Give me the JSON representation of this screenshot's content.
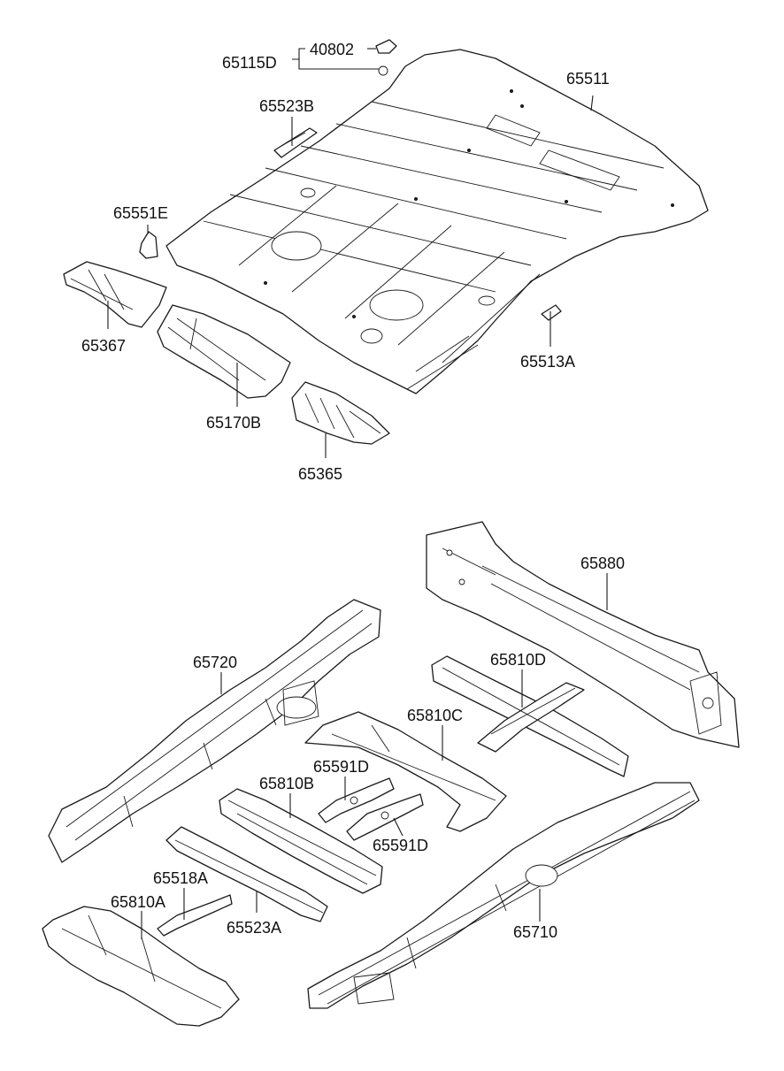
{
  "part_numbers": {
    "p65115D": "65115D",
    "p40802": "40802",
    "p65511": "65511",
    "p65523B": "65523B",
    "p65551E": "65551E",
    "p65367": "65367",
    "p65170B": "65170B",
    "p65365": "65365",
    "p65513A": "65513A",
    "p65880": "65880",
    "p65720": "65720",
    "p65810D": "65810D",
    "p65810C": "65810C",
    "p65591D_upper": "65591D",
    "p65591D_lower": "65591D",
    "p65810B": "65810B",
    "p65518A": "65518A",
    "p65810A": "65810A",
    "p65523A": "65523A",
    "p65710": "65710"
  }
}
